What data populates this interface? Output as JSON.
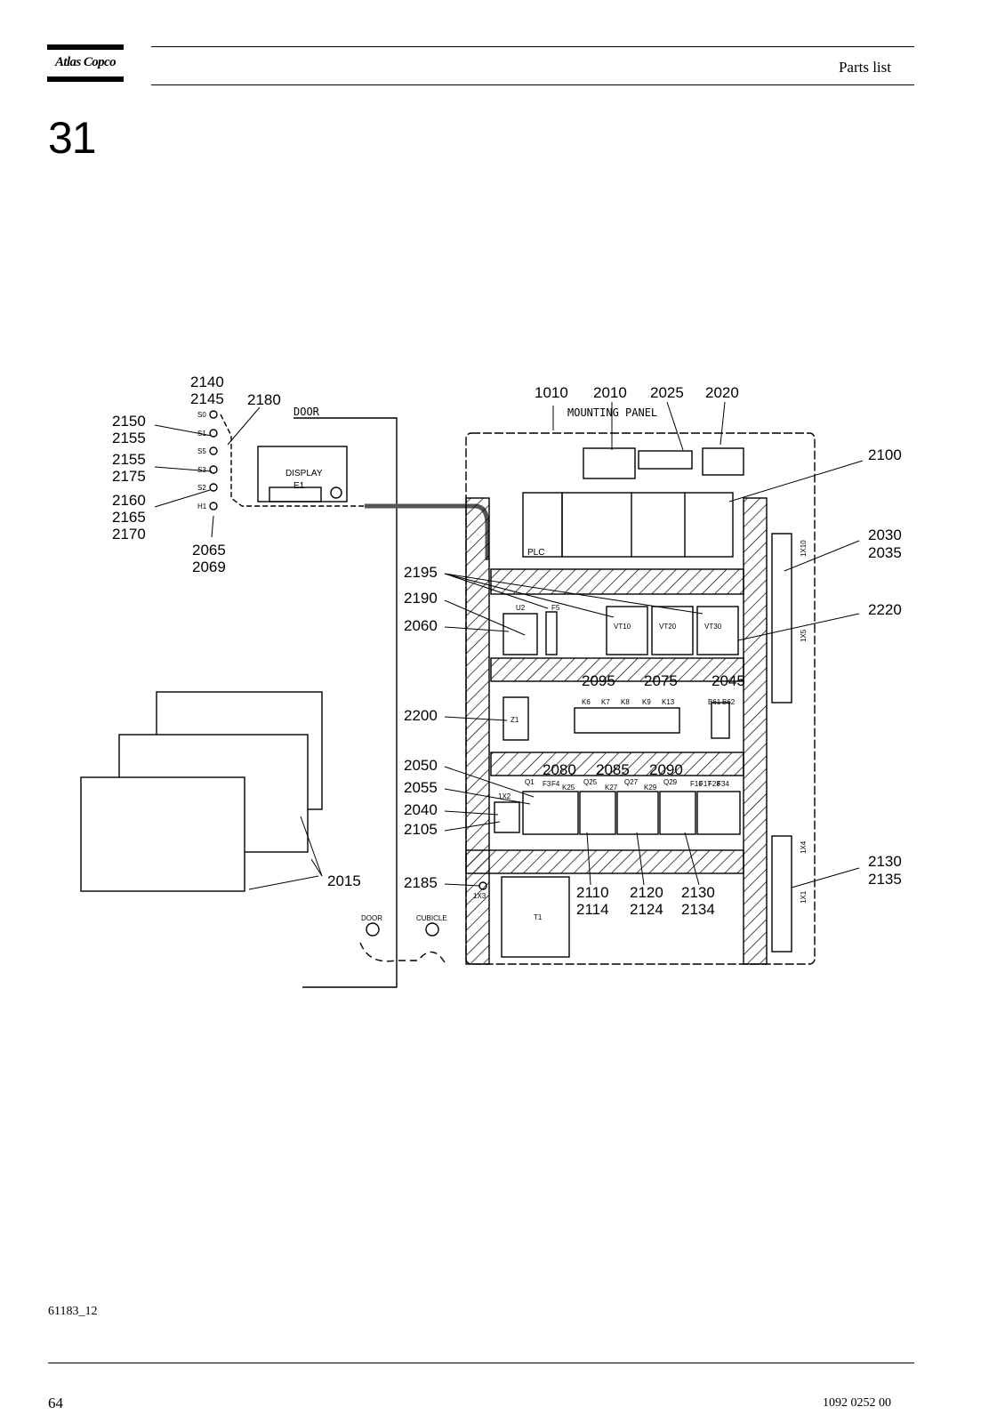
{
  "header": {
    "logo": "Atlas Copco",
    "title": "Parts list"
  },
  "section": {
    "number": "31"
  },
  "diagram": {
    "labels": {
      "door_top": "DOOR",
      "mounting_panel": "MOUNTING PANEL",
      "display": "DISPLAY",
      "e1": "E1",
      "plc": "PLC",
      "door_bottom": "DOOR",
      "cubicle": "CUBICLE",
      "u2": "U2",
      "f5": "F5",
      "vt10": "VT10",
      "vt20": "VT20",
      "vt30": "VT30",
      "z1": "Z1",
      "t1": "T1",
      "x1x2": "1X2",
      "x1x3": "1X3",
      "x1x10": "1X10",
      "x1x5": "1X5",
      "x1x4": "1X4",
      "x1x1": "1X1",
      "q1": "Q1",
      "f3": "F3",
      "f4": "F4",
      "k25": "K25",
      "q25": "Q25",
      "k27": "K27",
      "q27": "Q27",
      "k29": "K29",
      "q29": "Q29",
      "f10": "F10",
      "f17": "F17",
      "f28": "F28",
      "f34": "F34",
      "k6": "K6",
      "k7": "K7",
      "k8": "K8",
      "k9": "K9",
      "k13": "K13",
      "b61": "B61",
      "b62": "B62",
      "s0": "S0",
      "s1": "S1",
      "s5": "S5",
      "s3": "S3",
      "s2": "S2",
      "h1": "H1"
    },
    "parts": {
      "p2140": "2140",
      "p2145": "2145",
      "p2180": "2180",
      "p2150": "2150",
      "p2155a": "2155",
      "p2155b": "2155",
      "p2175": "2175",
      "p2160": "2160",
      "p2165": "2165",
      "p2170": "2170",
      "p2065": "2065",
      "p2069": "2069",
      "p1010": "1010",
      "p2010": "2010",
      "p2025": "2025",
      "p2020": "2020",
      "p2100": "2100",
      "p2030": "2030",
      "p2035": "2035",
      "p2220": "2220",
      "p2195": "2195",
      "p2190": "2190",
      "p2060": "2060",
      "p2095": "2095",
      "p2075": "2075",
      "p2045": "2045",
      "p2200": "2200",
      "p2050": "2050",
      "p2055": "2055",
      "p2040": "2040",
      "p2105": "2105",
      "p2080": "2080",
      "p2085": "2085",
      "p2090": "2090",
      "p2015": "2015",
      "p2185": "2185",
      "p2110": "2110",
      "p2114": "2114",
      "p2120": "2120",
      "p2124": "2124",
      "p2130a": "2130",
      "p2134": "2134",
      "p2130b": "2130",
      "p2135": "2135"
    }
  },
  "footer": {
    "figure_ref": "61183_12",
    "page_number": "64",
    "doc_number": "1092 0252 00"
  }
}
